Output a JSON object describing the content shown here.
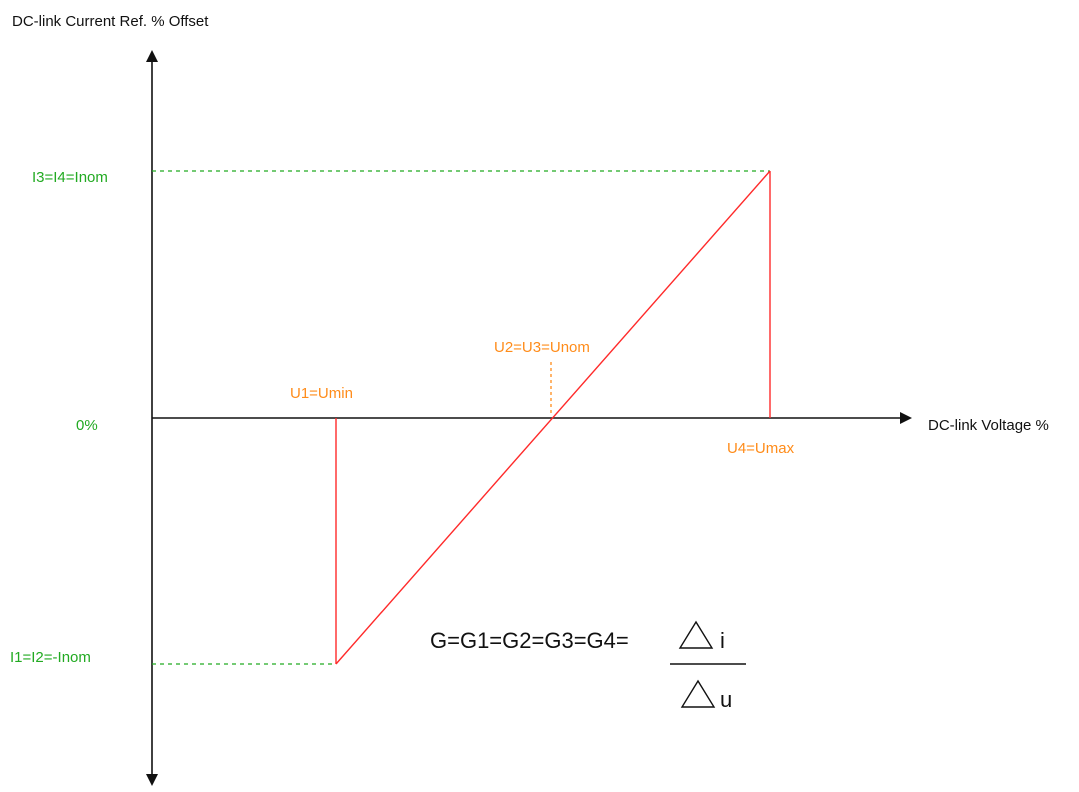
{
  "axes": {
    "y_label": "DC-link Current Ref. % Offset",
    "x_label": "DC-link Voltage %"
  },
  "levels": {
    "top": "I3=I4=Inom",
    "zero": "0%",
    "bottom": "I1=I2=-Inom"
  },
  "points": {
    "u1": "U1=Umin",
    "u23": "U2=U3=Unom",
    "u4": "U4=Umax"
  },
  "formula": {
    "lhs": "G=G1=G2=G3=G4=",
    "numerator": "i",
    "denominator": "u",
    "delta_icon": "triangle-delta-icon"
  },
  "colors": {
    "axis": "#111111",
    "curve": "#ff2a2a",
    "level_labels": "#22aa22",
    "guide_lines": "#22aa22",
    "point_labels": "#ff8c1a",
    "nominal_guide": "#ff8c1a"
  }
}
